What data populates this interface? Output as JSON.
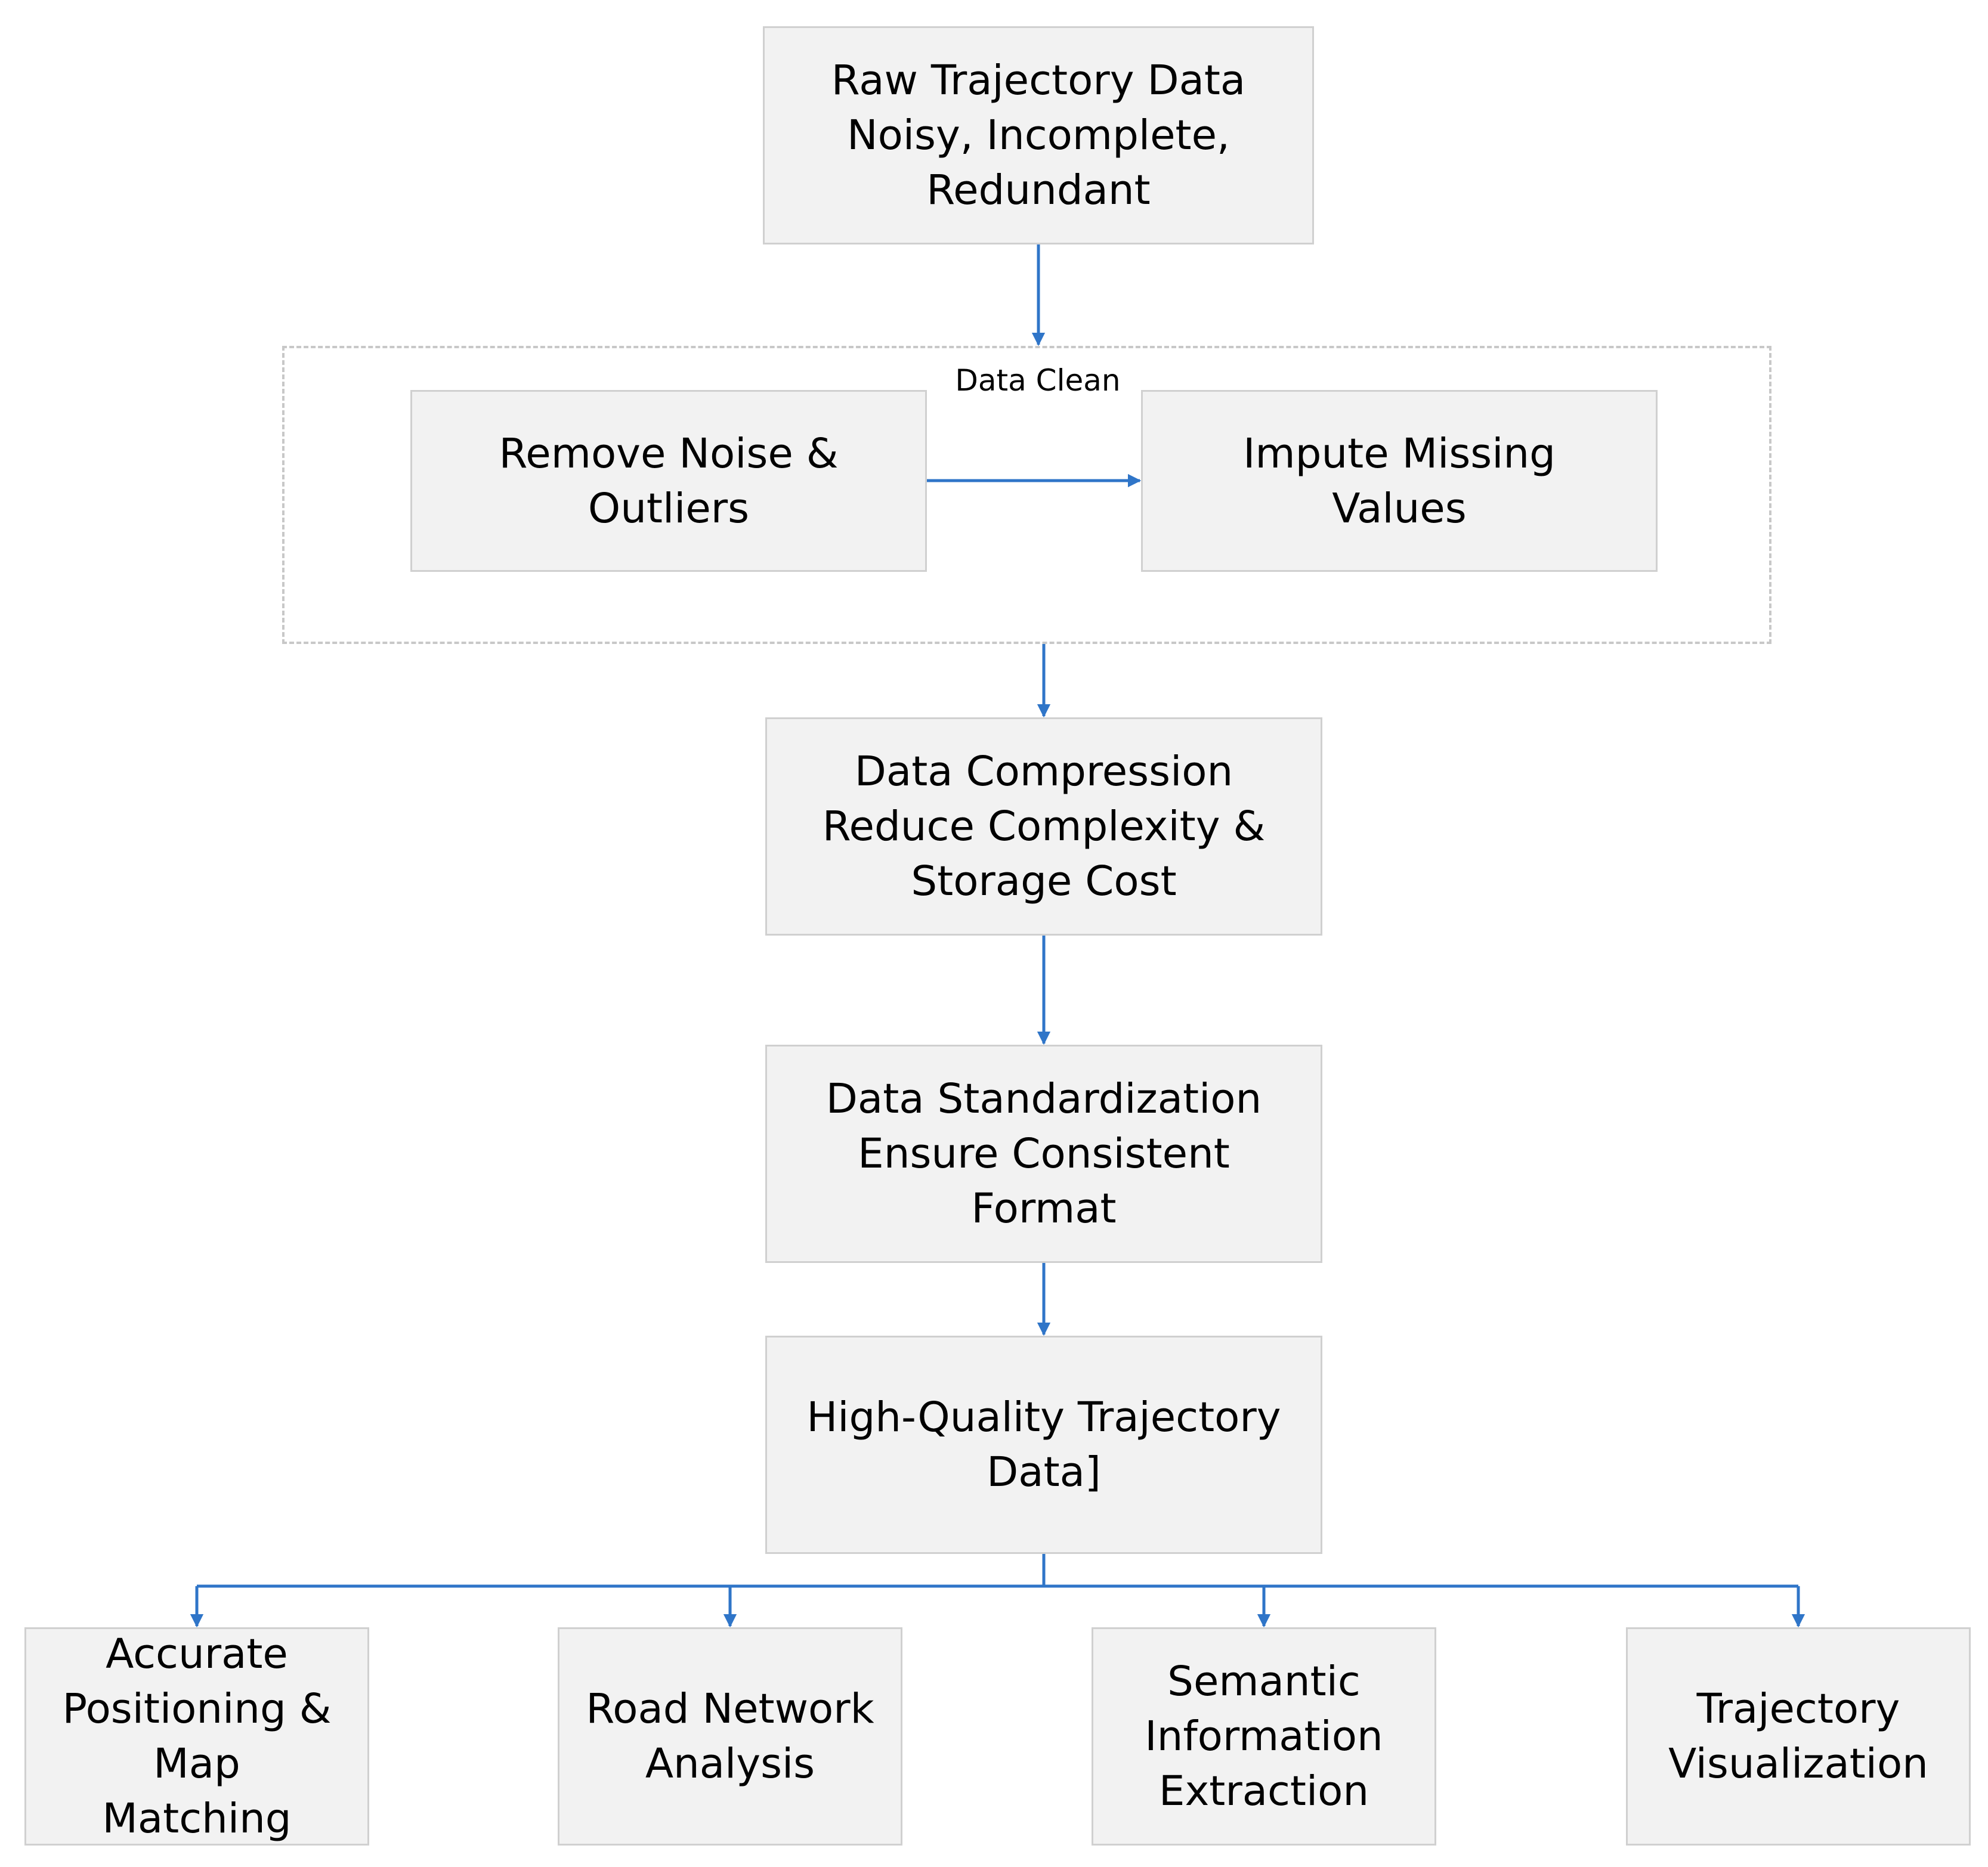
{
  "accent_color": "#2f75c8",
  "group": {
    "label": "Data Clean"
  },
  "nodes": {
    "raw": {
      "lines": [
        "Raw Trajectory Data",
        "Noisy, Incomplete,",
        "Redundant"
      ]
    },
    "remove_noise": {
      "lines": [
        "Remove Noise &",
        "Outliers"
      ]
    },
    "impute": {
      "lines": [
        "Impute Missing",
        "Values"
      ]
    },
    "compression": {
      "lines": [
        "Data Compression",
        "Reduce Complexity &",
        "Storage Cost"
      ]
    },
    "standardization": {
      "lines": [
        "Data Standardization",
        "Ensure Consistent",
        "Format"
      ]
    },
    "high_quality": {
      "lines": [
        "High-Quality Trajectory",
        "Data]"
      ]
    },
    "positioning": {
      "lines": [
        "Accurate",
        "Positioning &",
        "Map",
        "Matching"
      ]
    },
    "road_network": {
      "lines": [
        "Road Network",
        "Analysis"
      ]
    },
    "semantic": {
      "lines": [
        "Semantic",
        "Information",
        "Extraction"
      ]
    },
    "visualization": {
      "lines": [
        "Trajectory",
        "Visualization"
      ]
    }
  }
}
